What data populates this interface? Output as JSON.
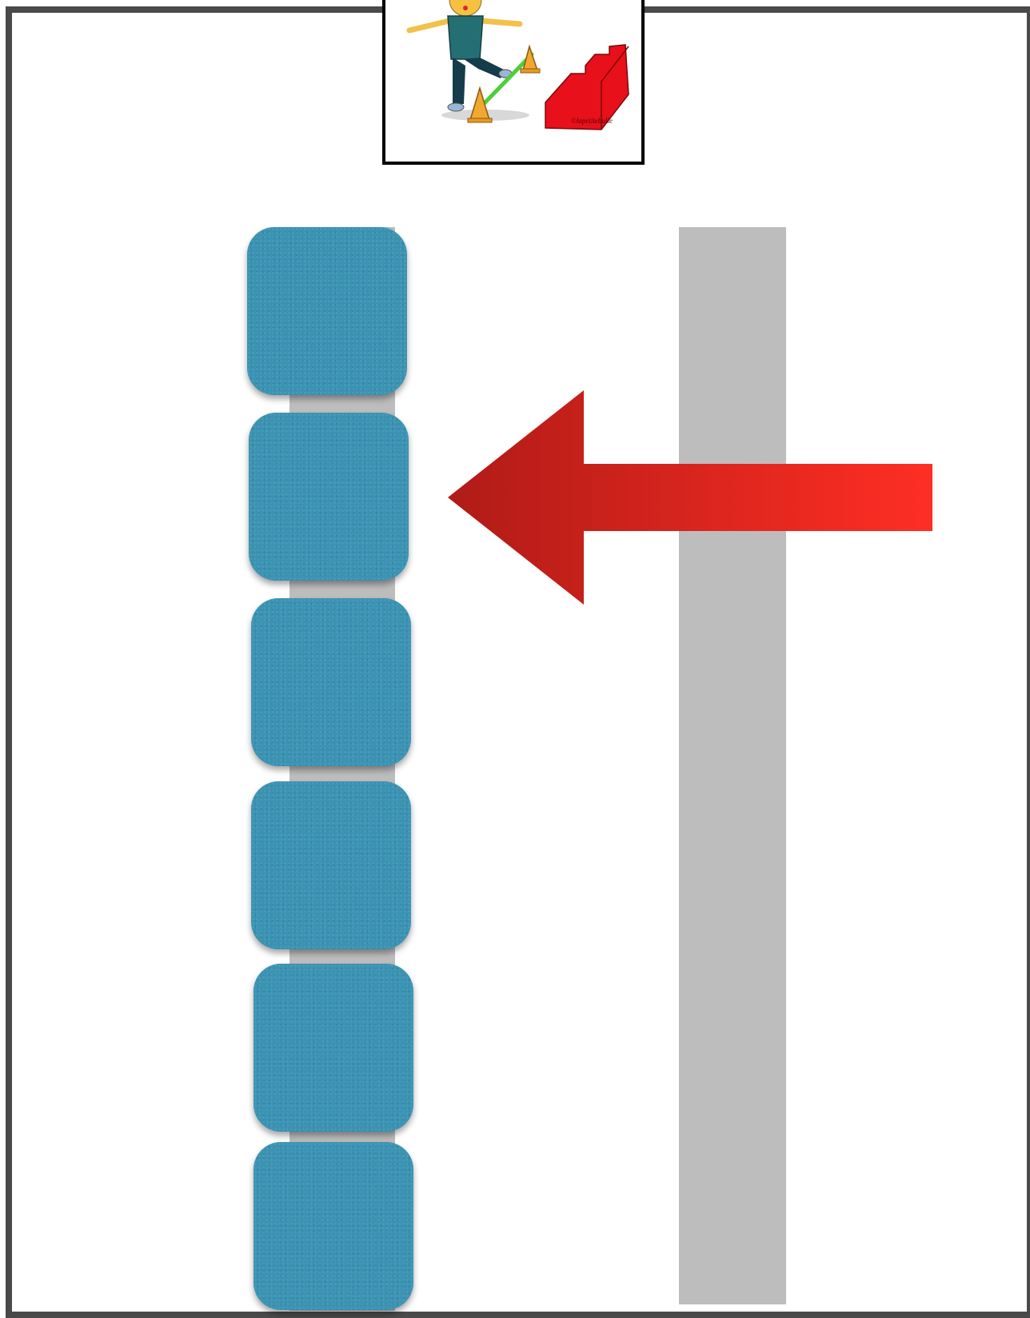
{
  "diagram": {
    "illustration": {
      "icon": "child-stepping-over-hurdle-and-stairs-picture",
      "signature": "©lapetitebulle"
    },
    "rails": [
      {
        "name": "left-rail",
        "color": "#bdbdbd"
      },
      {
        "name": "right-rail",
        "color": "#bdbdbd"
      }
    ],
    "mats": {
      "count": 6,
      "color": "#3a93b3"
    },
    "arrow": {
      "direction": "left",
      "icon": "left-arrow-icon",
      "color_start": "#ff2e24",
      "color_end": "#b01b17"
    },
    "frame_color": "#4a4a4a"
  }
}
